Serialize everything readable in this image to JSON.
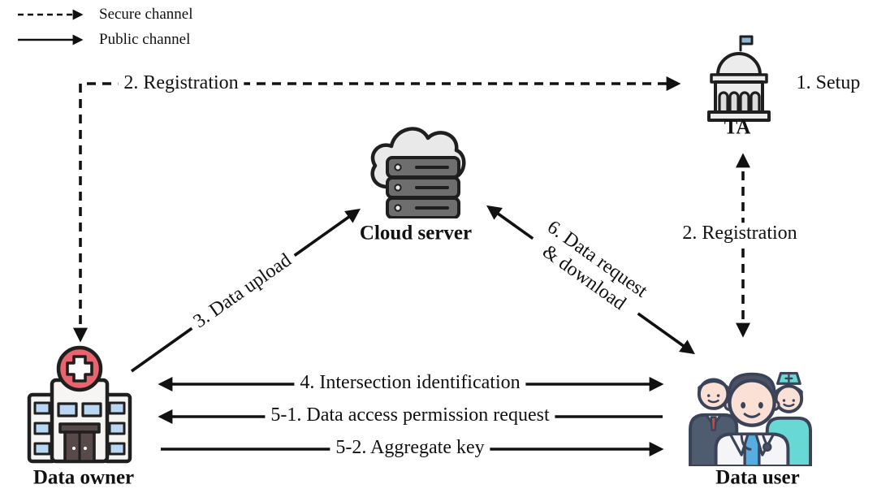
{
  "legend": {
    "secure_label": "Secure channel",
    "public_label": "Public channel"
  },
  "entities": {
    "trusted_authority": {
      "label": "TA",
      "icon": "government-building-icon"
    },
    "cloud_server": {
      "label": "Cloud server",
      "icon": "cloud-server-icon"
    },
    "data_owner": {
      "label": "Data owner",
      "icon": "hospital-icon"
    },
    "data_user": {
      "label": "Data user",
      "icon": "medical-team-icon"
    }
  },
  "steps": {
    "setup": "1. Setup",
    "registration_owner_ta": "2. Registration",
    "registration_user_ta": "2. Registration",
    "data_upload": "3. Data upload",
    "intersection_identification": "4. Intersection identification",
    "data_access_permission_request": "5-1. Data access permission request",
    "aggregate_key": "5-2. Aggregate key",
    "data_request_line1": "6. Data request",
    "data_request_line2": "& download"
  },
  "channels": [
    {
      "style": "dashed",
      "type": "secure",
      "from": "Data owner",
      "to": "TA",
      "label": "2. Registration",
      "bidirectional": true
    },
    {
      "style": "dashed",
      "type": "secure",
      "from": "Data user",
      "to": "TA",
      "label": "2. Registration",
      "bidirectional": true
    },
    {
      "style": "solid",
      "type": "public",
      "from": "Data owner",
      "to": "Cloud server",
      "label": "3. Data upload",
      "bidirectional": false
    },
    {
      "style": "solid",
      "type": "public",
      "from": "Cloud server",
      "to": "Data user",
      "label": "6. Data request & download",
      "bidirectional": true
    },
    {
      "style": "solid",
      "type": "public",
      "from": "Data owner",
      "to": "Data user",
      "label": "4. Intersection identification",
      "bidirectional": true
    },
    {
      "style": "solid",
      "type": "public",
      "from": "Data user",
      "to": "Data owner",
      "label": "5-1. Data access permission request",
      "bidirectional": false
    },
    {
      "style": "solid",
      "type": "public",
      "from": "Data owner",
      "to": "Data user",
      "label": "5-2. Aggregate key",
      "bidirectional": false
    }
  ],
  "colors": {
    "arrow_black": "#111111",
    "outline": "#1f1f1f",
    "figure_outline": "#3b4358",
    "building_white": "#f7f5f3",
    "hospital_red": "#e8646e",
    "window_blue": "#b9d7f2",
    "door_brown": "#594a4a",
    "cloud_gray": "#e9e9e9",
    "server_gray": "#6e6e6e",
    "ta_gray": "#ececec",
    "flag_blue": "#8fb8d8",
    "skin": "#fbe0d5",
    "hair": "#4a5263",
    "suit": "#4f5b6e",
    "tie_red": "#d64545",
    "teal": "#68d8d4",
    "shirt_blue": "#56aee0",
    "coat_white": "#f5f5f7"
  }
}
